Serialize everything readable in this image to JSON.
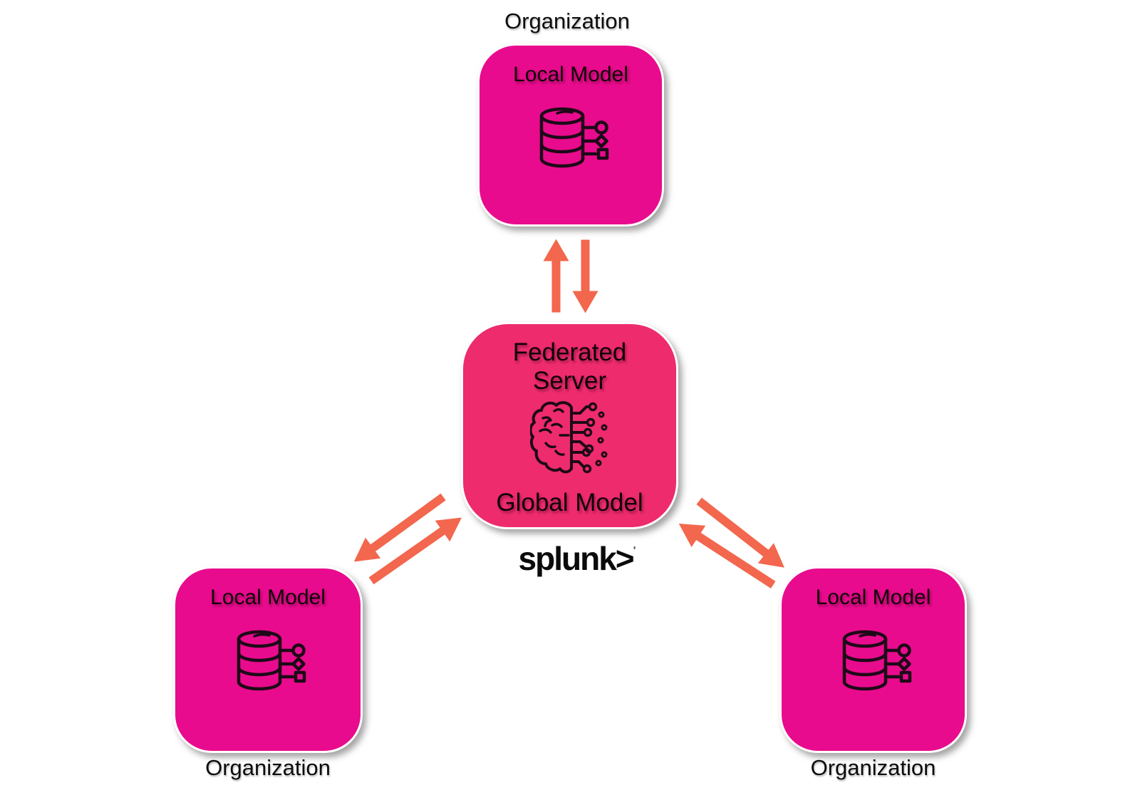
{
  "colors": {
    "outer_box": "#E90B8D",
    "center_box": "#EE2B6C",
    "arrow": "#F2674D",
    "icon_stroke": "#1D0A17",
    "background": "#FFFFFF"
  },
  "nodes": {
    "top": {
      "org_label": "Organization",
      "label": "Local Model",
      "icon": "database-model-icon"
    },
    "center": {
      "title_line1": "Federated",
      "title_line2": "Server",
      "footer_label": "Global Model",
      "icon": "ai-brain-circuit-icon"
    },
    "bottom_left": {
      "label": "Local Model",
      "org_label": "Organization",
      "icon": "database-model-icon"
    },
    "bottom_right": {
      "label": "Local Model",
      "org_label": "Organization",
      "icon": "database-model-icon"
    }
  },
  "logo": {
    "text": "splunk",
    "chevron": ">",
    "mark": "'"
  },
  "arrows": {
    "top_link": [
      "up",
      "down"
    ],
    "left_link": [
      "down-left",
      "up-right"
    ],
    "right_link": [
      "down-right",
      "up-left"
    ]
  }
}
